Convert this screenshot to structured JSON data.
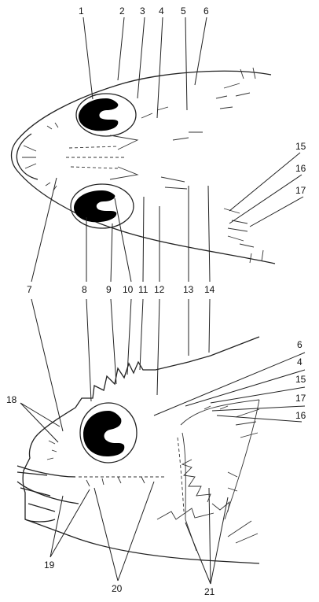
{
  "top_view": {
    "callouts": [
      "1",
      "2",
      "3",
      "4",
      "5",
      "6",
      "7",
      "8",
      "9",
      "10",
      "11",
      "12",
      "13",
      "14",
      "15",
      "16",
      "17"
    ]
  },
  "side_view": {
    "callouts_right": [
      "6",
      "4",
      "15",
      "17",
      "16"
    ],
    "callout_18": "18",
    "callouts_bottom": [
      "19",
      "20",
      "21"
    ]
  }
}
